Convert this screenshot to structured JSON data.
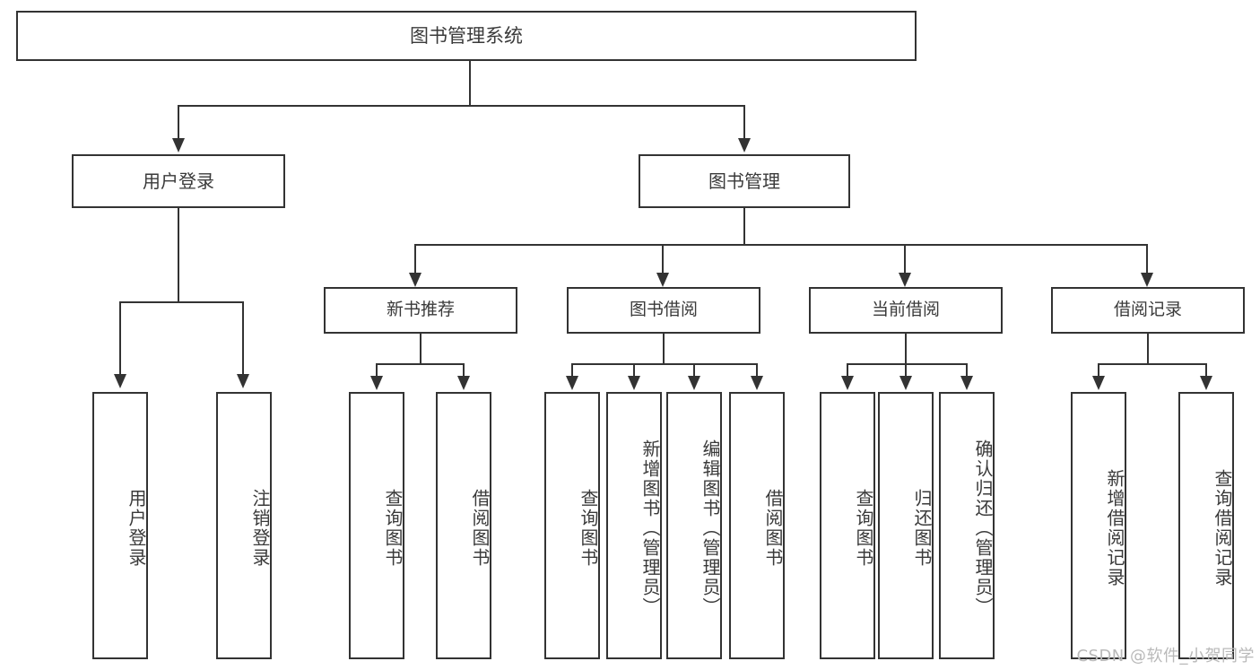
{
  "diagram": {
    "title": "图书管理系统",
    "type": "tree-hierarchy",
    "watermark": "CSDN @软件_小贺同学",
    "colors": {
      "stroke": "#333333",
      "text": "#3a3a3a",
      "background": "#ffffff",
      "watermark": "#b9b9b9"
    }
  },
  "nodes": {
    "root": {
      "label": "图书管理系统"
    },
    "level1": [
      {
        "id": "user-login",
        "label": "用户登录"
      },
      {
        "id": "book-management",
        "label": "图书管理"
      }
    ],
    "level2": [
      {
        "id": "new-book-recommend",
        "label": "新书推荐",
        "parent": "book-management"
      },
      {
        "id": "book-borrow",
        "label": "图书借阅",
        "parent": "book-management"
      },
      {
        "id": "current-borrow",
        "label": "当前借阅",
        "parent": "book-management"
      },
      {
        "id": "borrow-record",
        "label": "借阅记录",
        "parent": "book-management"
      }
    ],
    "leaves": {
      "user-login": [
        {
          "id": "leaf-user-login",
          "label": "用户登录"
        },
        {
          "id": "leaf-logout",
          "label": "注销登录"
        }
      ],
      "new-book-recommend": [
        {
          "id": "leaf-query-book-1",
          "label": "查询图书"
        },
        {
          "id": "leaf-borrow-book-1",
          "label": "借阅图书"
        }
      ],
      "book-borrow": [
        {
          "id": "leaf-query-book-2",
          "label": "查询图书"
        },
        {
          "id": "leaf-add-book",
          "label": "新增图书（管理员）"
        },
        {
          "id": "leaf-edit-book",
          "label": "编辑图书（管理员）"
        },
        {
          "id": "leaf-borrow-book-2",
          "label": "借阅图书"
        }
      ],
      "current-borrow": [
        {
          "id": "leaf-query-book-3",
          "label": "查询图书"
        },
        {
          "id": "leaf-return-book",
          "label": "归还图书"
        },
        {
          "id": "leaf-confirm-return",
          "label": "确认归还（管理员）"
        }
      ],
      "borrow-record": [
        {
          "id": "leaf-add-record",
          "label": "新增借阅记录"
        },
        {
          "id": "leaf-query-record",
          "label": "查询借阅记录"
        }
      ]
    }
  }
}
